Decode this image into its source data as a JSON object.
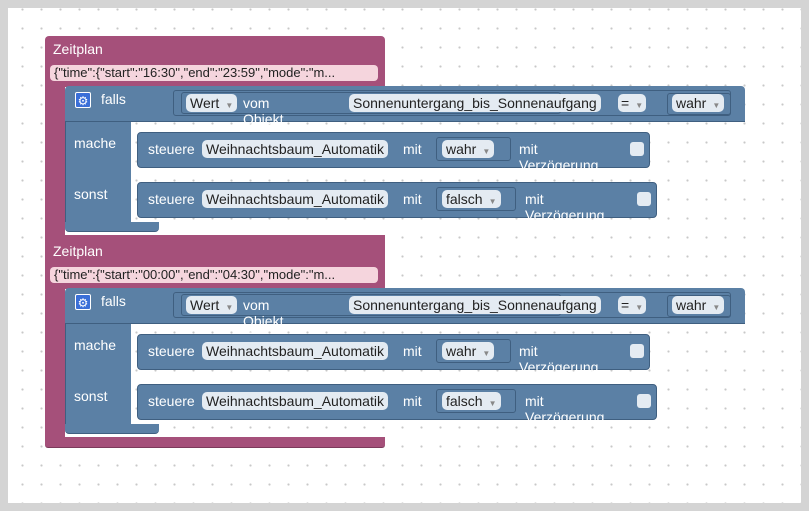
{
  "blocks": [
    {
      "title": "Zeitplan",
      "schedule": "{\"time\":{\"start\":\"16:30\",\"end\":\"23:59\",\"mode\":\"m...",
      "if_label": "falls",
      "then_label": "mache",
      "else_label": "sonst",
      "condition": {
        "value_label": "Wert",
        "of_object_text": "vom Objekt ID",
        "object_id": "Sonnenuntergang_bis_Sonnenaufgang",
        "operator": "=",
        "compare_value": "wahr"
      },
      "then_action": {
        "control_text": "steuere",
        "target": "Weihnachtsbaum_Automatik",
        "with_text": "mit",
        "value": "wahr",
        "delay_text": "mit Verzögerung"
      },
      "else_action": {
        "control_text": "steuere",
        "target": "Weihnachtsbaum_Automatik",
        "with_text": "mit",
        "value": "falsch",
        "delay_text": "mit Verzögerung"
      }
    },
    {
      "title": "Zeitplan",
      "schedule": "{\"time\":{\"start\":\"00:00\",\"end\":\"04:30\",\"mode\":\"m...",
      "if_label": "falls",
      "then_label": "mache",
      "else_label": "sonst",
      "condition": {
        "value_label": "Wert",
        "of_object_text": "vom Objekt ID",
        "object_id": "Sonnenuntergang_bis_Sonnenaufgang",
        "operator": "=",
        "compare_value": "wahr"
      },
      "then_action": {
        "control_text": "steuere",
        "target": "Weihnachtsbaum_Automatik",
        "with_text": "mit",
        "value": "wahr",
        "delay_text": "mit Verzögerung"
      },
      "else_action": {
        "control_text": "steuere",
        "target": "Weihnachtsbaum_Automatik",
        "with_text": "mit",
        "value": "falsch",
        "delay_text": "mit Verzögerung"
      }
    }
  ],
  "colors": {
    "schedule_block": "#a5507a",
    "logic_block": "#5b80a5",
    "field": "#e4ebf2"
  }
}
